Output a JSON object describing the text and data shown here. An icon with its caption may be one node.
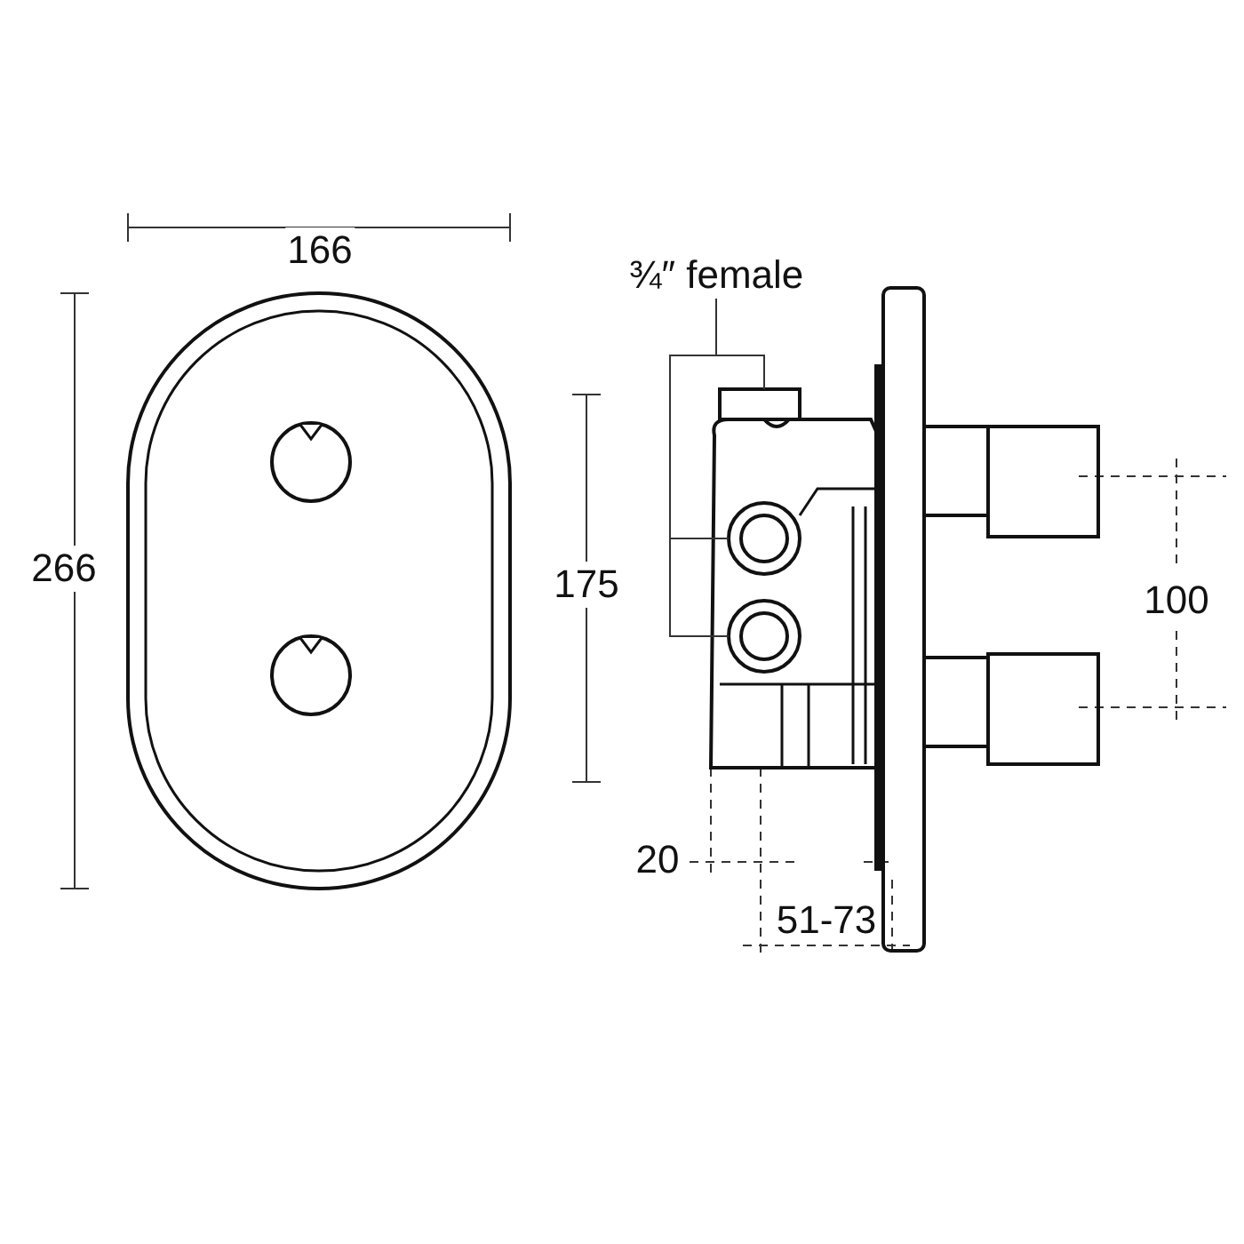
{
  "diagram": {
    "nodes": [
      {
        "text": [
          "¾″ female"
        ]
      },
      {
        "text": [],
        "shape": "box"
      },
      {
        "text": [],
        "shape": "circle"
      },
      {
        "text": [],
        "shape": "circle"
      }
    ],
    "edges": [
      {
        "from": 0,
        "to": 1,
        "arrow": "none"
      },
      {
        "from": 0,
        "to": 2,
        "arrow": "none"
      },
      {
        "from": 0,
        "to": 3,
        "arrow": "none"
      }
    ],
    "labels": [
      "166",
      "266",
      "175",
      "100",
      "20",
      "51-73"
    ]
  }
}
